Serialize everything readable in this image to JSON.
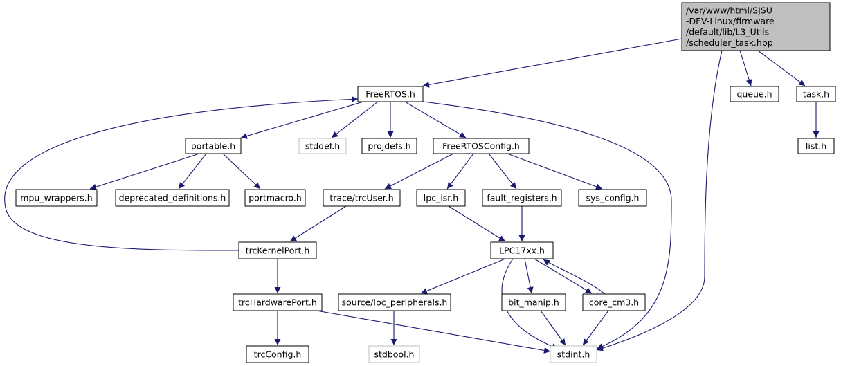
{
  "colors": {
    "edge": "#191970",
    "node_border": "#000000",
    "missing_border": "#bfbfbf",
    "root_fill": "#bfbfbf",
    "node_fill": "#ffffff"
  },
  "nodes": [
    {
      "id": "root",
      "lines": [
        "/var/www/html/SJSU",
        "-DEV-Linux/firmware",
        "/default/lib/L3_Utils",
        "/scheduler_task.hpp"
      ],
      "kind": "root"
    },
    {
      "id": "freertos",
      "lines": [
        "FreeRTOS.h"
      ],
      "kind": "normal"
    },
    {
      "id": "queue",
      "lines": [
        "queue.h"
      ],
      "kind": "normal"
    },
    {
      "id": "task",
      "lines": [
        "task.h"
      ],
      "kind": "normal"
    },
    {
      "id": "list",
      "lines": [
        "list.h"
      ],
      "kind": "normal"
    },
    {
      "id": "portable",
      "lines": [
        "portable.h"
      ],
      "kind": "normal"
    },
    {
      "id": "stddef",
      "lines": [
        "stddef.h"
      ],
      "kind": "missing"
    },
    {
      "id": "projdefs",
      "lines": [
        "projdefs.h"
      ],
      "kind": "normal"
    },
    {
      "id": "freertosconfig",
      "lines": [
        "FreeRTOSConfig.h"
      ],
      "kind": "normal"
    },
    {
      "id": "mpu",
      "lines": [
        "mpu_wrappers.h"
      ],
      "kind": "normal"
    },
    {
      "id": "deprecated",
      "lines": [
        "deprecated_definitions.h"
      ],
      "kind": "normal"
    },
    {
      "id": "portmacro",
      "lines": [
        "portmacro.h"
      ],
      "kind": "normal"
    },
    {
      "id": "trcuser",
      "lines": [
        "trace/trcUser.h"
      ],
      "kind": "normal"
    },
    {
      "id": "lpcisr",
      "lines": [
        "lpc_isr.h"
      ],
      "kind": "normal"
    },
    {
      "id": "fault",
      "lines": [
        "fault_registers.h"
      ],
      "kind": "normal"
    },
    {
      "id": "sysconfig",
      "lines": [
        "sys_config.h"
      ],
      "kind": "normal"
    },
    {
      "id": "trckernel",
      "lines": [
        "trcKernelPort.h"
      ],
      "kind": "normal"
    },
    {
      "id": "lpc17xx",
      "lines": [
        "LPC17xx.h"
      ],
      "kind": "normal"
    },
    {
      "id": "trchw",
      "lines": [
        "trcHardwarePort.h"
      ],
      "kind": "normal"
    },
    {
      "id": "lpcperiph",
      "lines": [
        "source/lpc_peripherals.h"
      ],
      "kind": "normal"
    },
    {
      "id": "bitmanip",
      "lines": [
        "bit_manip.h"
      ],
      "kind": "normal"
    },
    {
      "id": "corecm3",
      "lines": [
        "core_cm3.h"
      ],
      "kind": "normal"
    },
    {
      "id": "trcconfig",
      "lines": [
        "trcConfig.h"
      ],
      "kind": "normal"
    },
    {
      "id": "stdbool",
      "lines": [
        "stdbool.h"
      ],
      "kind": "missing"
    },
    {
      "id": "stdint",
      "lines": [
        "stdint.h"
      ],
      "kind": "missing"
    }
  ],
  "edges": [
    {
      "from": "root",
      "to": "freertos"
    },
    {
      "from": "root",
      "to": "queue"
    },
    {
      "from": "root",
      "to": "task"
    },
    {
      "from": "root",
      "to": "stdint"
    },
    {
      "from": "task",
      "to": "list"
    },
    {
      "from": "freertos",
      "to": "portable"
    },
    {
      "from": "freertos",
      "to": "stddef"
    },
    {
      "from": "freertos",
      "to": "projdefs"
    },
    {
      "from": "freertos",
      "to": "freertosconfig"
    },
    {
      "from": "freertos",
      "to": "stdint"
    },
    {
      "from": "portable",
      "to": "mpu"
    },
    {
      "from": "portable",
      "to": "deprecated"
    },
    {
      "from": "portable",
      "to": "portmacro"
    },
    {
      "from": "freertosconfig",
      "to": "trcuser"
    },
    {
      "from": "freertosconfig",
      "to": "lpcisr"
    },
    {
      "from": "freertosconfig",
      "to": "fault"
    },
    {
      "from": "freertosconfig",
      "to": "sysconfig"
    },
    {
      "from": "trcuser",
      "to": "trckernel"
    },
    {
      "from": "trckernel",
      "to": "freertos"
    },
    {
      "from": "trckernel",
      "to": "trchw"
    },
    {
      "from": "lpcisr",
      "to": "lpc17xx"
    },
    {
      "from": "fault",
      "to": "lpc17xx"
    },
    {
      "from": "lpc17xx",
      "to": "lpcperiph"
    },
    {
      "from": "lpc17xx",
      "to": "bitmanip"
    },
    {
      "from": "lpc17xx",
      "to": "corecm3"
    },
    {
      "from": "lpc17xx",
      "to": "stdint"
    },
    {
      "from": "corecm3",
      "to": "lpc17xx"
    },
    {
      "from": "corecm3",
      "to": "stdint"
    },
    {
      "from": "bitmanip",
      "to": "stdint"
    },
    {
      "from": "trchw",
      "to": "trcconfig"
    },
    {
      "from": "trchw",
      "to": "stdint"
    },
    {
      "from": "lpcperiph",
      "to": "stdbool"
    }
  ]
}
